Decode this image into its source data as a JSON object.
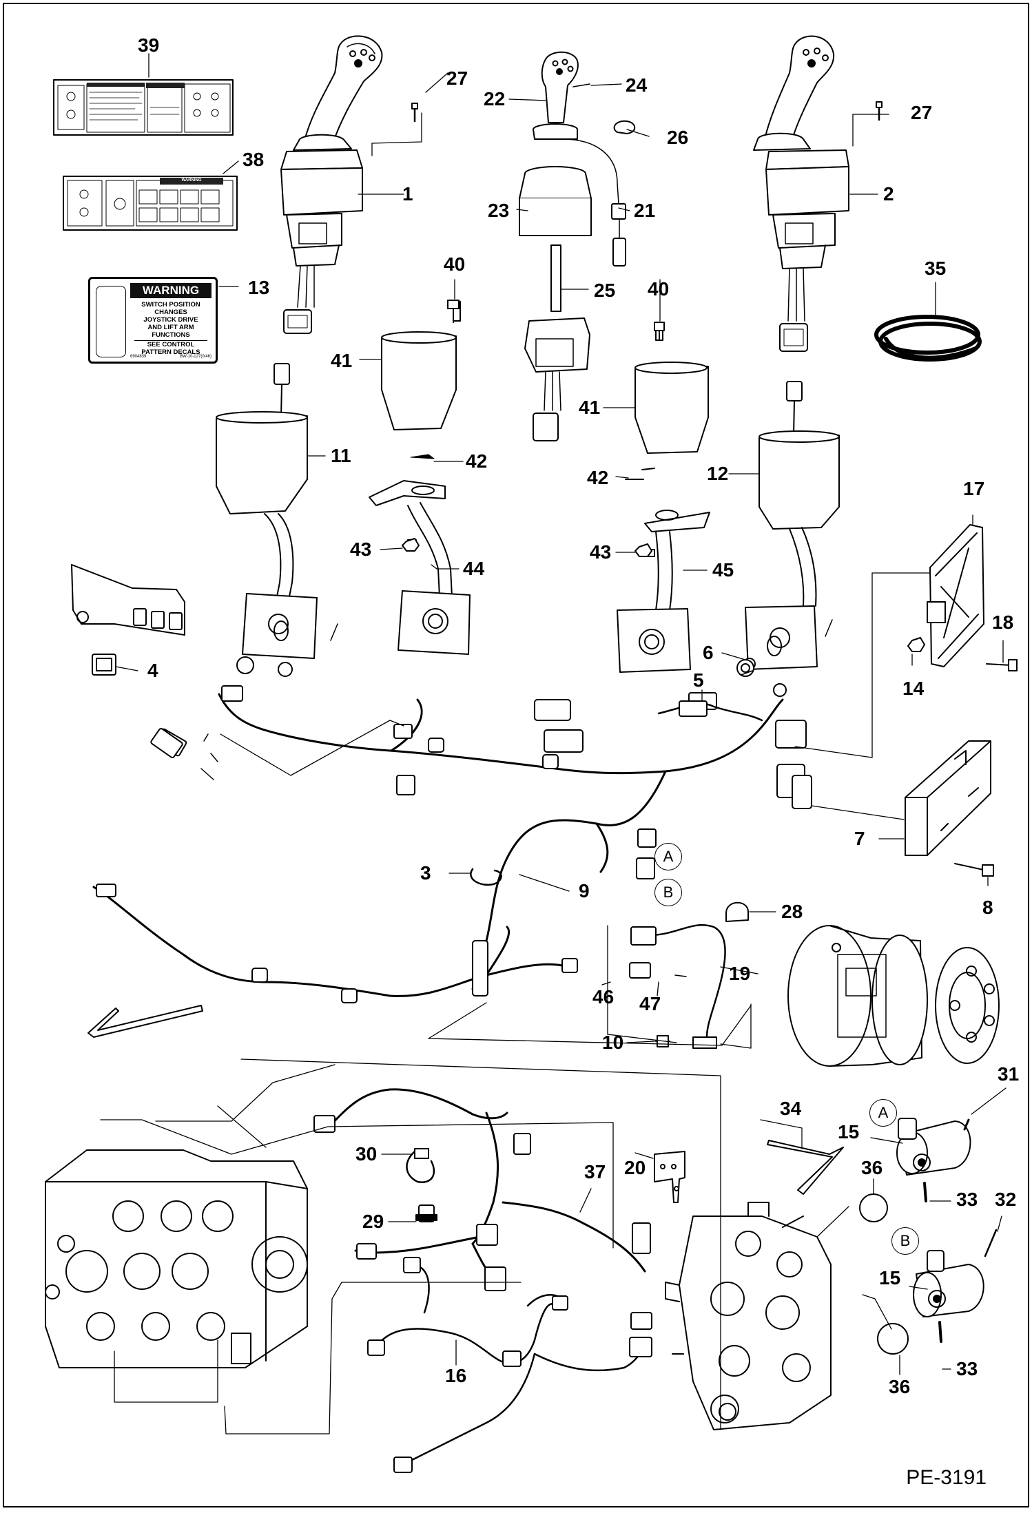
{
  "diagram": {
    "reference_code": "PE-3191",
    "callouts": [
      {
        "id": "callout-39",
        "text": "39"
      },
      {
        "id": "callout-38",
        "text": "38"
      },
      {
        "id": "callout-13",
        "text": "13"
      },
      {
        "id": "callout-27a",
        "text": "27"
      },
      {
        "id": "callout-1",
        "text": "1"
      },
      {
        "id": "callout-22",
        "text": "22"
      },
      {
        "id": "callout-24",
        "text": "24"
      },
      {
        "id": "callout-26",
        "text": "26"
      },
      {
        "id": "callout-23",
        "text": "23"
      },
      {
        "id": "callout-21",
        "text": "21"
      },
      {
        "id": "callout-25",
        "text": "25"
      },
      {
        "id": "callout-27b",
        "text": "27"
      },
      {
        "id": "callout-2",
        "text": "2"
      },
      {
        "id": "callout-35",
        "text": "35"
      },
      {
        "id": "callout-40a",
        "text": "40"
      },
      {
        "id": "callout-40b",
        "text": "40"
      },
      {
        "id": "callout-41a",
        "text": "41"
      },
      {
        "id": "callout-41b",
        "text": "41"
      },
      {
        "id": "callout-11",
        "text": "11"
      },
      {
        "id": "callout-42a",
        "text": "42"
      },
      {
        "id": "callout-42b",
        "text": "42"
      },
      {
        "id": "callout-12",
        "text": "12"
      },
      {
        "id": "callout-17",
        "text": "17"
      },
      {
        "id": "callout-43a",
        "text": "43"
      },
      {
        "id": "callout-44",
        "text": "44"
      },
      {
        "id": "callout-43b",
        "text": "43"
      },
      {
        "id": "callout-45",
        "text": "45"
      },
      {
        "id": "callout-18",
        "text": "18"
      },
      {
        "id": "callout-4",
        "text": "4"
      },
      {
        "id": "callout-6",
        "text": "6"
      },
      {
        "id": "callout-14",
        "text": "14"
      },
      {
        "id": "callout-5",
        "text": "5"
      },
      {
        "id": "callout-7",
        "text": "7"
      },
      {
        "id": "callout-3",
        "text": "3"
      },
      {
        "id": "callout-9",
        "text": "9"
      },
      {
        "id": "callout-8",
        "text": "8"
      },
      {
        "id": "callout-28",
        "text": "28"
      },
      {
        "id": "callout-19",
        "text": "19"
      },
      {
        "id": "callout-46",
        "text": "46"
      },
      {
        "id": "callout-47",
        "text": "47"
      },
      {
        "id": "callout-10",
        "text": "10"
      },
      {
        "id": "callout-31",
        "text": "31"
      },
      {
        "id": "callout-34",
        "text": "34"
      },
      {
        "id": "callout-15a",
        "text": "15"
      },
      {
        "id": "callout-30",
        "text": "30"
      },
      {
        "id": "callout-20",
        "text": "20"
      },
      {
        "id": "callout-37",
        "text": "37"
      },
      {
        "id": "callout-36a",
        "text": "36"
      },
      {
        "id": "callout-33a",
        "text": "33"
      },
      {
        "id": "callout-29",
        "text": "29"
      },
      {
        "id": "callout-32",
        "text": "32"
      },
      {
        "id": "callout-15b",
        "text": "15"
      },
      {
        "id": "callout-16",
        "text": "16"
      },
      {
        "id": "callout-36b",
        "text": "36"
      },
      {
        "id": "callout-33b",
        "text": "33"
      }
    ],
    "connector_letters": [
      {
        "id": "letter-a-harness",
        "text": "A"
      },
      {
        "id": "letter-b-harness",
        "text": "B"
      },
      {
        "id": "letter-a-motor",
        "text": "A"
      },
      {
        "id": "letter-b-motor",
        "text": "B"
      }
    ],
    "warning_decal": {
      "header": "WARNING",
      "lines": [
        "SWITCH POSITION",
        "CHANGES",
        "JOYSTICK DRIVE",
        "AND LIFT ARM",
        "FUNCTIONS",
        "SEE CONTROL",
        "PATTERN DECALS"
      ],
      "footer_left": "6904839",
      "footer_right": "BW-10-127(0/46)"
    },
    "decal_38_header": "WARNING"
  }
}
